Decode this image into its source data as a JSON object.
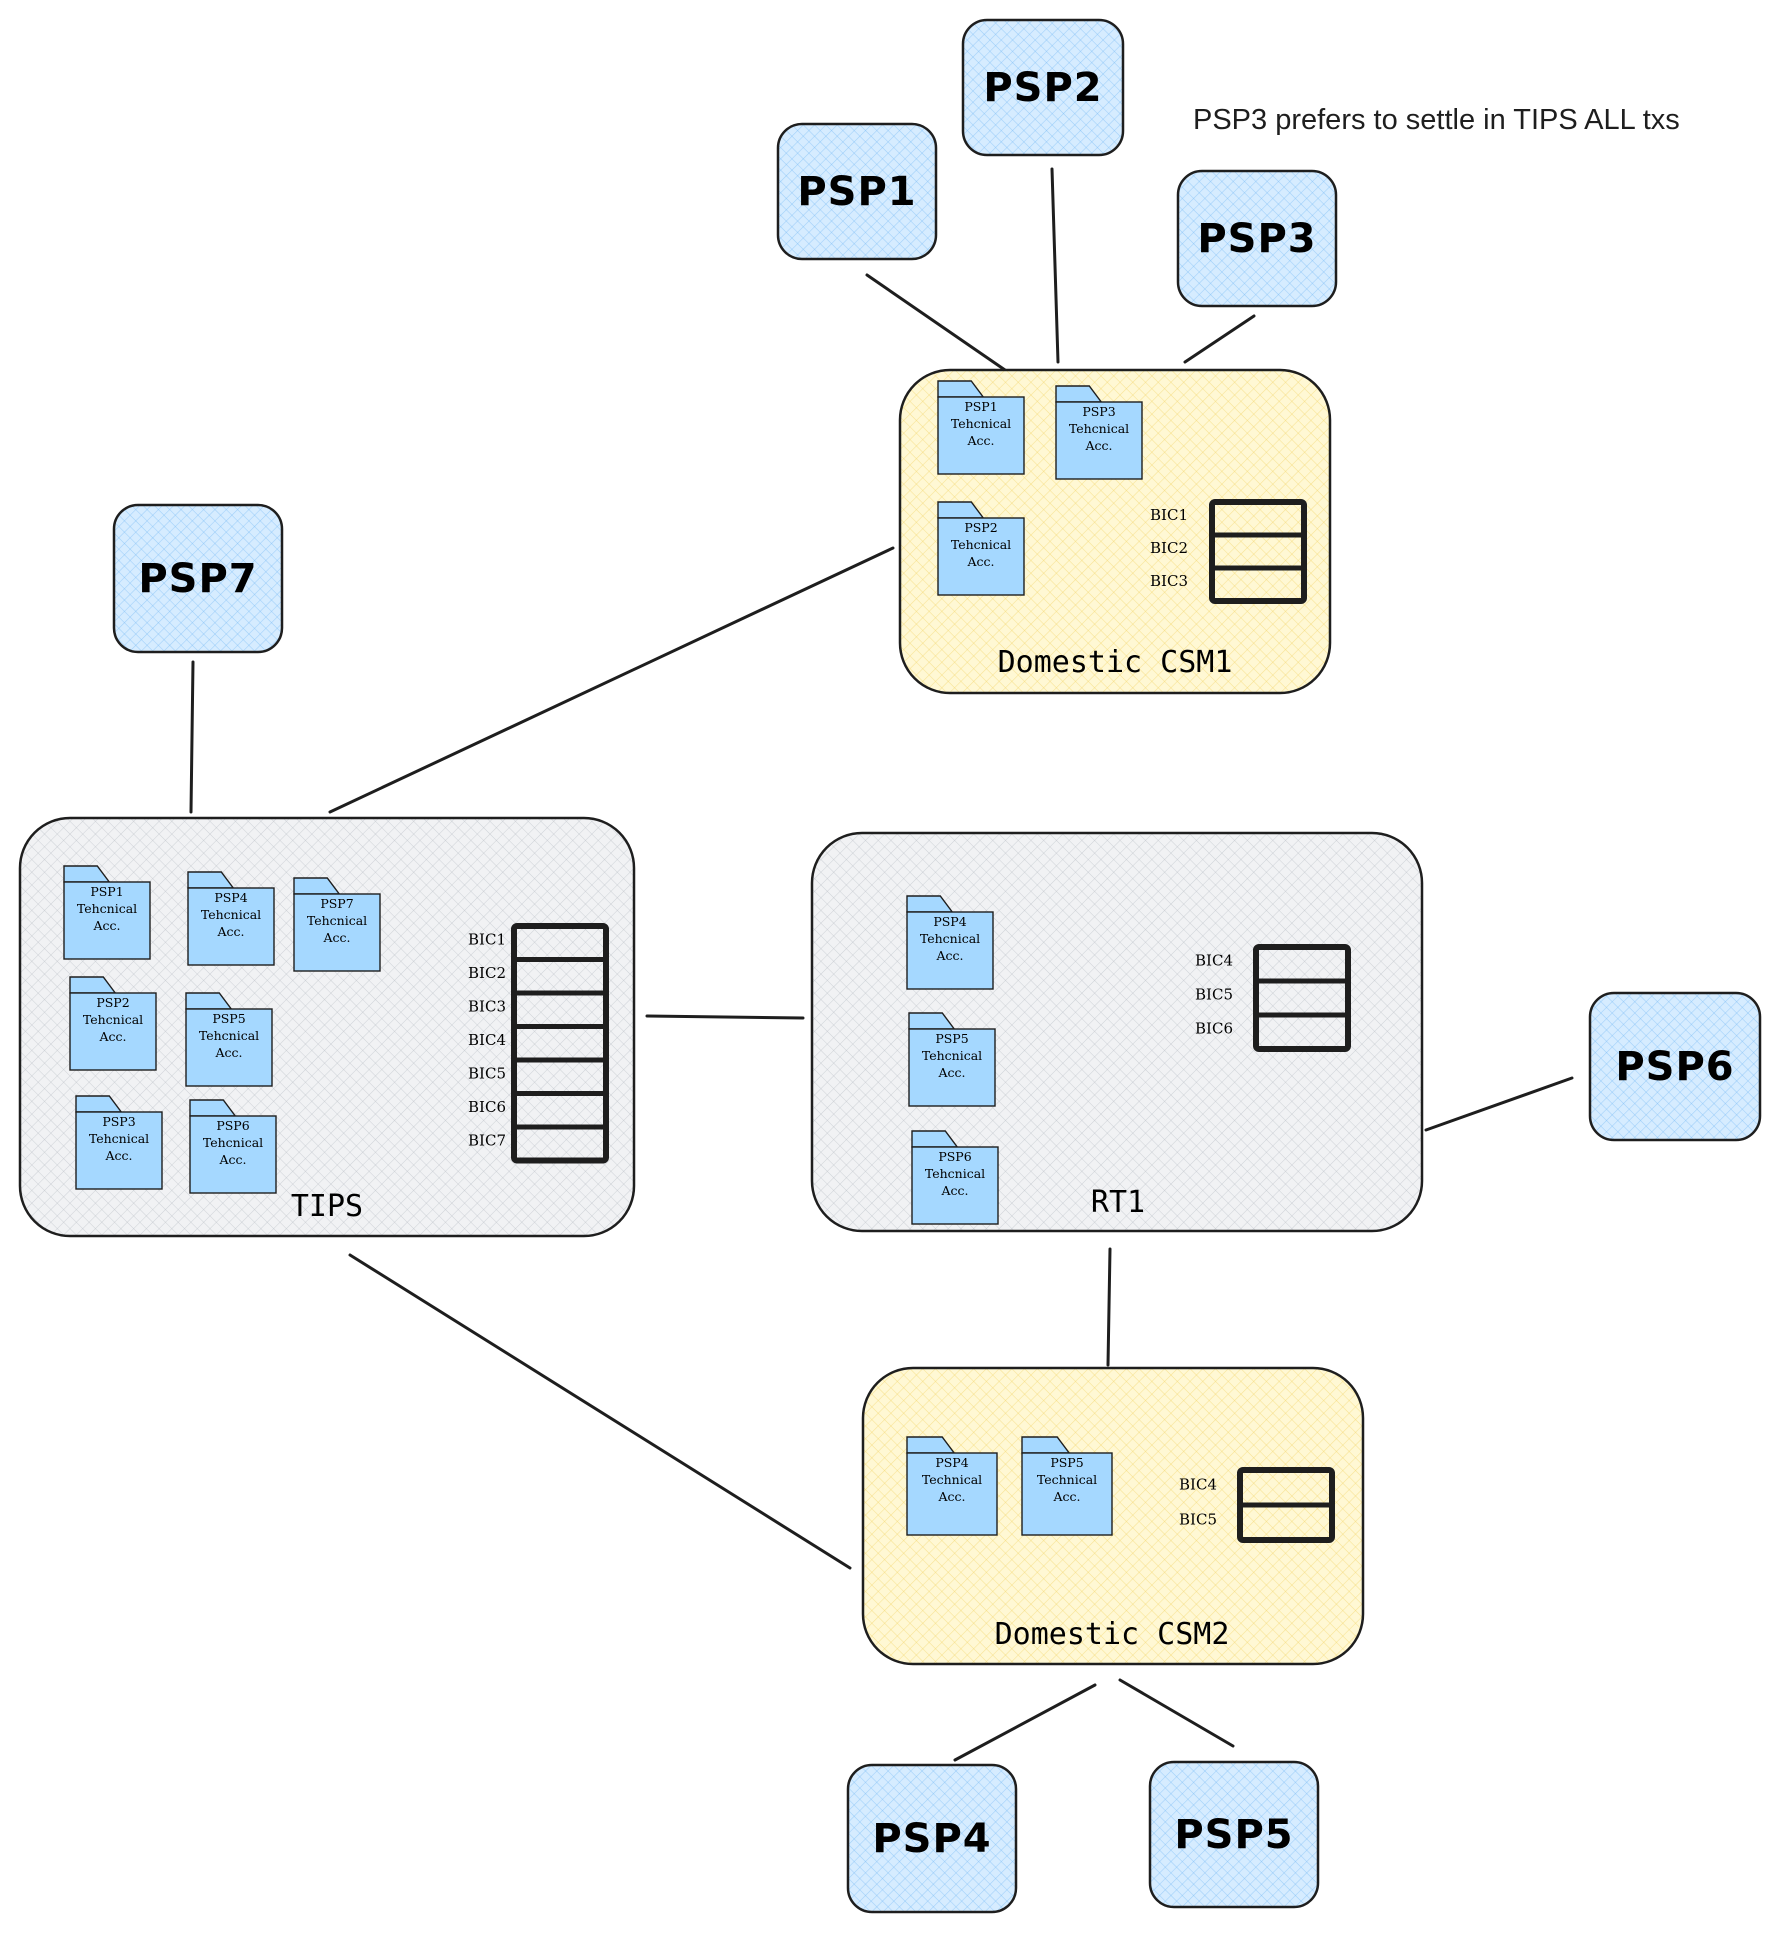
{
  "note": "PSP3 prefers to settle in TIPS ALL txs",
  "colors": {
    "psp_fill": "#a5d8ff",
    "csm_fill": "#fff3bf",
    "system_fill": "#e9ecef",
    "folder_fill": "#a5d8ff",
    "stroke": "#1e1e1e"
  },
  "psps": {
    "psp1": "PSP1",
    "psp2": "PSP2",
    "psp3": "PSP3",
    "psp4": "PSP4",
    "psp5": "PSP5",
    "psp6": "PSP6",
    "psp7": "PSP7"
  },
  "systems": {
    "csm1": {
      "label": "Domestic CSM1",
      "accounts": [
        [
          "PSP1",
          "Tehcnical",
          "Acc."
        ],
        [
          "PSP3",
          "Tehcnical",
          "Acc."
        ],
        [
          "PSP2",
          "Tehcnical",
          "Acc."
        ]
      ],
      "bics": [
        "BIC1",
        "BIC2",
        "BIC3"
      ]
    },
    "tips": {
      "label": "TIPS",
      "accounts": [
        [
          "PSP1",
          "Tehcnical",
          "Acc."
        ],
        [
          "PSP4",
          "Tehcnical",
          "Acc."
        ],
        [
          "PSP7",
          "Tehcnical",
          "Acc."
        ],
        [
          "PSP2",
          "Tehcnical",
          "Acc."
        ],
        [
          "PSP5",
          "Tehcnical",
          "Acc."
        ],
        [
          "PSP3",
          "Tehcnical",
          "Acc."
        ],
        [
          "PSP6",
          "Tehcnical",
          "Acc."
        ]
      ],
      "bics": [
        "BIC1",
        "BIC2",
        "BIC3",
        "BIC4",
        "BIC5",
        "BIC6",
        "BIC7"
      ]
    },
    "rt1": {
      "label": "RT1",
      "accounts": [
        [
          "PSP4",
          "Tehcnical",
          "Acc."
        ],
        [
          "PSP5",
          "Tehcnical",
          "Acc."
        ],
        [
          "PSP6",
          "Tehcnical",
          "Acc."
        ]
      ],
      "bics": [
        "BIC4",
        "BIC5",
        "BIC6"
      ]
    },
    "csm2": {
      "label": "Domestic CSM2",
      "accounts": [
        [
          "PSP4",
          "Technical",
          "Acc."
        ],
        [
          "PSP5",
          "Technical",
          "Acc."
        ]
      ],
      "bics": [
        "BIC4",
        "BIC5"
      ]
    }
  }
}
